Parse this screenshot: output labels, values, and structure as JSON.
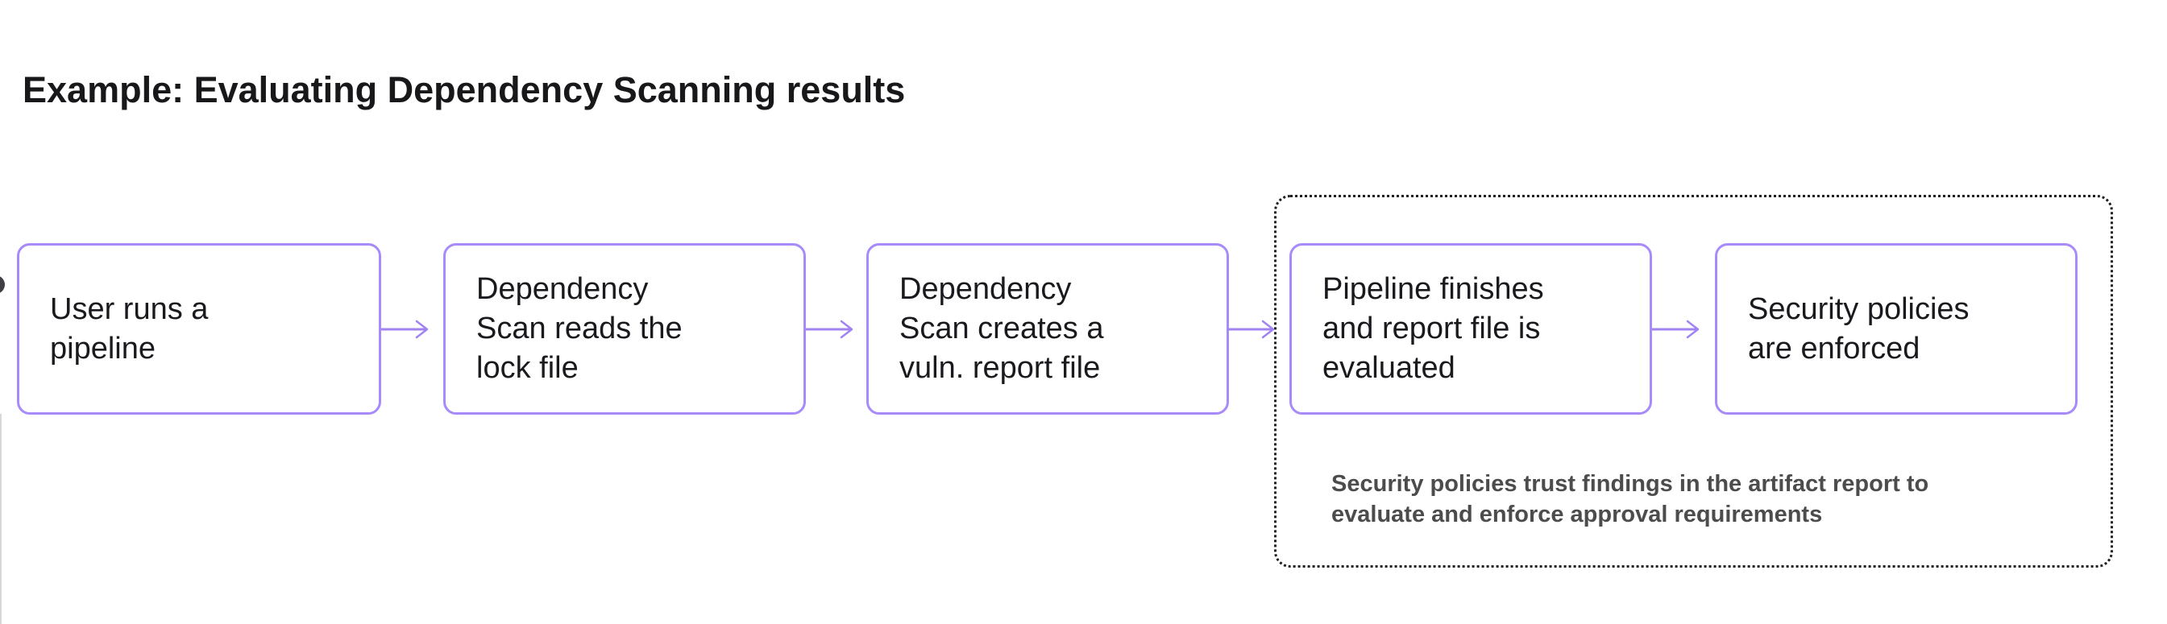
{
  "title": "Example: Evaluating Dependency Scanning results",
  "flow": {
    "nodes": [
      {
        "label": "User runs a\npipeline"
      },
      {
        "label": "Dependency\nScan reads the\nlock file"
      },
      {
        "label": "Dependency\nScan creates a\nvuln. report file"
      },
      {
        "label": "Pipeline finishes\nand report file is\nevaluated"
      },
      {
        "label": "Security policies\nare enforced"
      }
    ],
    "group_caption": "Security policies trust findings in the artifact report to\nevaluate and enforce approval requirements"
  },
  "colors": {
    "box_border": "#a78bfa",
    "arrow": "#a183f2",
    "dotted_border": "#1f1f1f",
    "title_text": "#18181b",
    "box_text": "#1a1a1e",
    "caption_text": "#4c4c4c"
  }
}
